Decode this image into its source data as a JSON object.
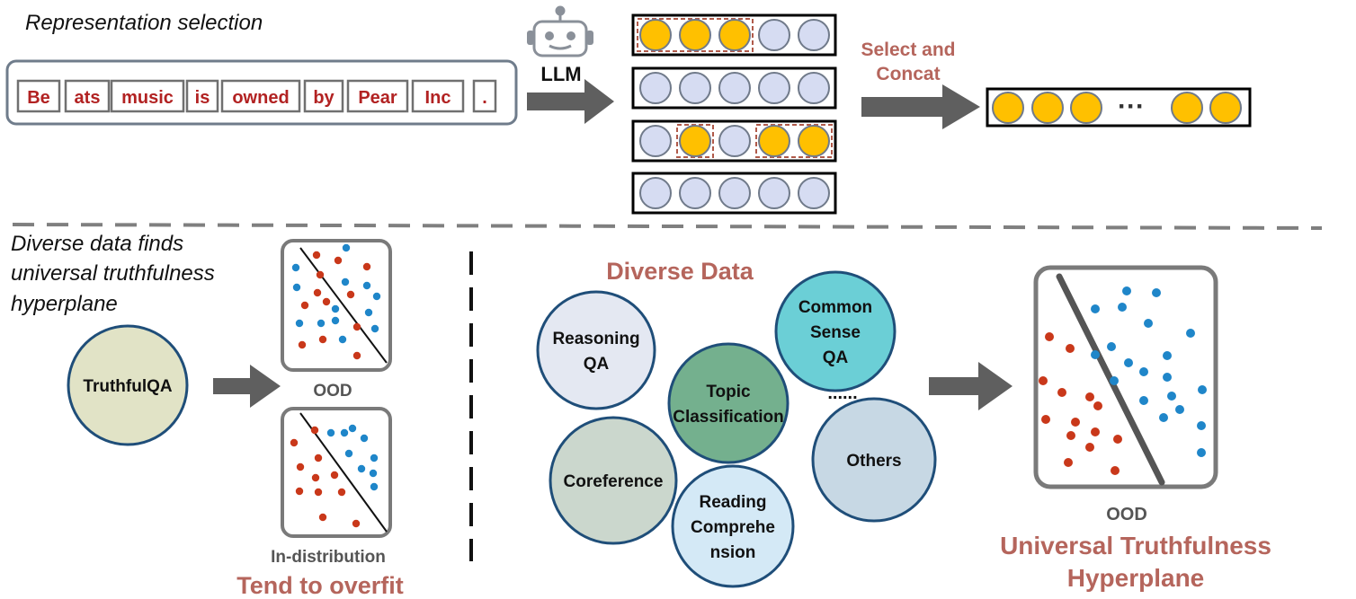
{
  "top": {
    "section_title": "Representation selection",
    "tokens": [
      "Be",
      "ats",
      "music",
      "is",
      "owned",
      "by",
      "Pear",
      "Inc",
      "."
    ],
    "llm_label": "LLM",
    "layers": [
      {
        "selected": [
          true,
          true,
          true,
          false,
          false
        ]
      },
      {
        "selected": [
          false,
          false,
          false,
          false,
          false
        ]
      },
      {
        "selected": [
          false,
          true,
          false,
          true,
          true
        ]
      },
      {
        "selected": [
          false,
          false,
          false,
          false,
          false
        ]
      }
    ],
    "select_line1": "Select and",
    "select_line2": "Concat",
    "ellipsis": "···"
  },
  "bottom_left": {
    "caption_line1": "Diverse data finds",
    "caption_line2": "universal truthfulness",
    "caption_line3": "hyperplane",
    "source_label": "TruthfulQA",
    "ood_label": "OOD",
    "indist_label": "In-distribution",
    "overfit_label": "Tend to overfit"
  },
  "bottom_right": {
    "heading": "Diverse Data",
    "datasets": [
      {
        "lines": [
          "Reasoning",
          "QA"
        ]
      },
      {
        "lines": [
          "Topic",
          "Classification"
        ]
      },
      {
        "lines": [
          "Common",
          "Sense",
          "QA"
        ]
      },
      {
        "lines": [
          "Coreference"
        ]
      },
      {
        "lines": [
          "Reading",
          "Comprehe",
          "nsion"
        ]
      },
      {
        "lines": [
          "Others"
        ]
      }
    ],
    "dots": "......",
    "ood_label": "OOD",
    "result_line1": "Universal Truthfulness",
    "result_line2": "Hyperplane"
  },
  "colors": {
    "token_text": "#b22222",
    "selected_fill": "#ffc000",
    "unselected_fill": "#d6dcf2",
    "red_dot": "#c9381a",
    "blue_dot": "#1f86c9",
    "accent_text": "#b5655c",
    "reasoning_fill": "#e4e8f2",
    "topic_fill": "#74b08e",
    "common_fill": "#6bcfd6",
    "coref_fill": "#cbd7cd",
    "reading_fill": "#d4e9f6",
    "others_fill": "#c7d8e4",
    "truthfulqa_fill": "#e1e3c6"
  }
}
